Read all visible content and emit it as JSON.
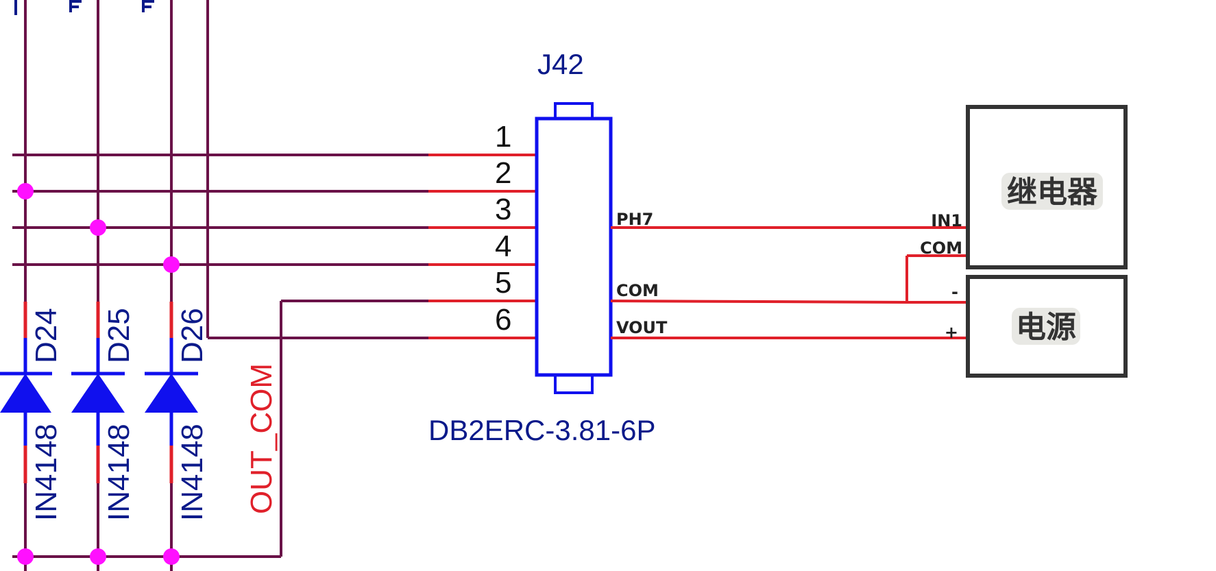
{
  "connector": {
    "designator": "J42",
    "part_number": "DB2ERC-3.81-6P",
    "pins": [
      "1",
      "2",
      "3",
      "4",
      "5",
      "6"
    ]
  },
  "net_labels": {
    "ph7": "PH7",
    "com": "COM",
    "vout": "VOUT",
    "out_com": "OUT_COM"
  },
  "diodes": [
    {
      "ref": "D24",
      "value": "IN4148"
    },
    {
      "ref": "D25",
      "value": "IN4148"
    },
    {
      "ref": "D26",
      "value": "IN4148"
    }
  ],
  "relay_module": {
    "label": "继电器",
    "pin_in1": "IN1",
    "pin_com": "COM"
  },
  "power_module": {
    "label": "电源",
    "pin_minus": "-",
    "pin_plus": "+"
  },
  "colors": {
    "wire_dark": "#6a1248",
    "wire_red": "#e0202a",
    "component_blue": "#1010ee",
    "text_blue": "#0b1a8a",
    "junction": "#ff10ff",
    "module_border": "#333333"
  }
}
